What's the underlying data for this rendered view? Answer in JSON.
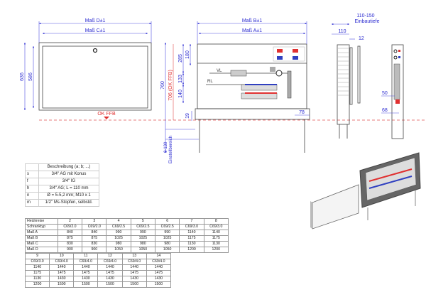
{
  "front": {
    "dim_d": "Maß D±1",
    "dim_c": "Maß C±1",
    "h_outer": "636",
    "h_inner": "586",
    "ok_ffb": "OK FFB"
  },
  "front_view_installed": {
    "dim_b": "Maß B±1",
    "dim_a": "Maß A±1",
    "h760": "760",
    "h706": "706 (OK FFB)",
    "h285": "285",
    "h180": "180",
    "h133": "133",
    "h140": "140",
    "h19": "19",
    "w78": "78",
    "adj": "0-130",
    "adj_label": "Einstellbereich",
    "vl": "VL",
    "rl": "RL"
  },
  "side": {
    "depth": "110-150",
    "depth_label": "Einbautiefe",
    "d110": "110",
    "d12": "12",
    "d50": "50",
    "d68": "68"
  },
  "legend": {
    "header": "Beschreibung (a; b; ...)",
    "rows": [
      {
        "k": "s",
        "v": "3/4\" AG mit Konus"
      },
      {
        "k": "f",
        "v": "3/4\" IG"
      },
      {
        "k": "h",
        "v": "3/4\" AG; L = 110 mm"
      },
      {
        "k": "n",
        "v": "Ø = 5-5,2 mm; M10 x 1"
      },
      {
        "k": "m",
        "v": "1/2\" Ms-Stopfen, selbstd."
      }
    ]
  },
  "table1": {
    "rows": [
      [
        "Heizkreise",
        "2",
        "3",
        "4",
        "5",
        "6",
        "7",
        "8"
      ],
      [
        "Schranktyp",
        "C69/2.0",
        "C69/2.0",
        "C69/2.5",
        "C69/2.5",
        "C69/2.5",
        "C69/3.0",
        "C69/3.0"
      ],
      [
        "Maß A",
        "840",
        "840",
        "990",
        "990",
        "990",
        "1140",
        "1140"
      ],
      [
        "Maß B",
        "875",
        "875",
        "1025",
        "1025",
        "1025",
        "1175",
        "1175"
      ],
      [
        "Maß C",
        "830",
        "830",
        "980",
        "980",
        "980",
        "1130",
        "1130"
      ],
      [
        "Maß D",
        "900",
        "900",
        "1050",
        "1050",
        "1050",
        "1200",
        "1200"
      ]
    ]
  },
  "table2": {
    "rows": [
      [
        "9",
        "10",
        "11",
        "12",
        "13",
        "14"
      ],
      [
        "C69/3.0",
        "C69/4.0",
        "C69/4.0",
        "C69/4.0",
        "C69/4.0",
        "C69/4.0"
      ],
      [
        "1140",
        "1440",
        "1440",
        "1440",
        "1440",
        "1440"
      ],
      [
        "1175",
        "1475",
        "1475",
        "1475",
        "1475",
        "1475"
      ],
      [
        "1130",
        "1430",
        "1430",
        "1430",
        "1430",
        "1430"
      ],
      [
        "1200",
        "1500",
        "1500",
        "1500",
        "1500",
        "1500"
      ]
    ]
  }
}
